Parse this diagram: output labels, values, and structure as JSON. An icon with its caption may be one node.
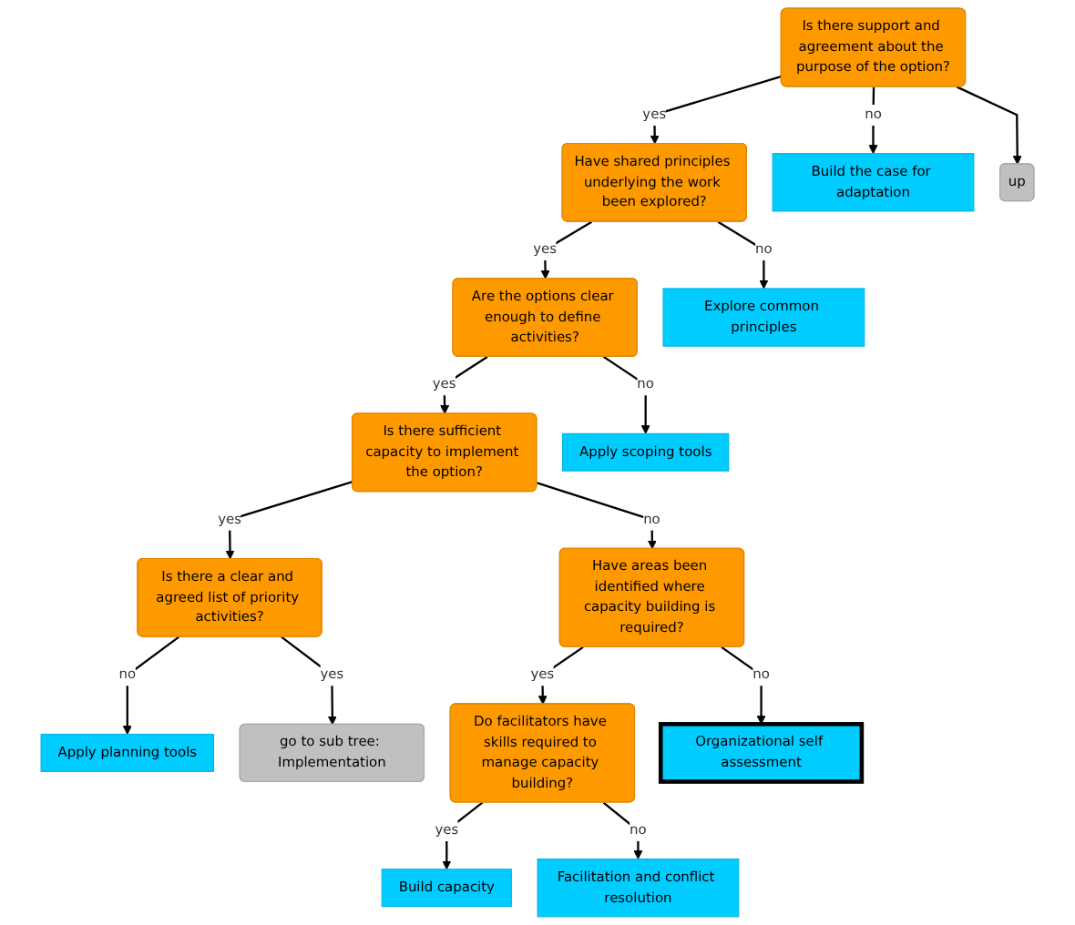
{
  "diagram": {
    "nodes": [
      {
        "text": [
          "up"
        ]
      },
      {
        "text": [
          "Is there support and agreement about the purpose of the option?"
        ]
      },
      {
        "text": [
          "Build the case for adaptation"
        ]
      },
      {
        "text": [
          "Have shared principles underlying the work been explored?"
        ]
      },
      {
        "text": [
          "Explore common principles"
        ]
      },
      {
        "text": [
          "Are the options clear enough to define activities?"
        ]
      },
      {
        "text": [
          "Apply scoping tools"
        ]
      },
      {
        "text": [
          "Is there sufficient capacity to implement the option?"
        ]
      },
      {
        "text": [
          "Have areas been identified where capacity building is required?"
        ]
      },
      {
        "text": [
          "Organizational self assessment"
        ]
      },
      {
        "text": [
          "Is there a clear and agreed list of priority activities?"
        ]
      },
      {
        "text": [
          "Do facilitators have skills required to manage capacity building?"
        ]
      },
      {
        "text": [
          "Apply planning tools"
        ]
      },
      {
        "text": [
          "go to sub tree: Implementation"
        ]
      },
      {
        "text": [
          "Build capacity"
        ]
      },
      {
        "text": [
          "Facilitation and conflict resolution"
        ]
      }
    ],
    "edges": [
      {
        "from": 1,
        "to": 0,
        "arrow": "to"
      },
      {
        "from": 1,
        "to": 3,
        "arrow": "to",
        "label": "yes"
      },
      {
        "from": 1,
        "to": 2,
        "arrow": "to",
        "label": "no"
      },
      {
        "from": 3,
        "to": 5,
        "arrow": "to",
        "label": "yes"
      },
      {
        "from": 3,
        "to": 4,
        "arrow": "to",
        "label": "no"
      },
      {
        "from": 5,
        "to": 7,
        "arrow": "to",
        "label": "yes"
      },
      {
        "from": 5,
        "to": 6,
        "arrow": "to",
        "label": "no"
      },
      {
        "from": 7,
        "to": 10,
        "arrow": "to",
        "label": "yes"
      },
      {
        "from": 7,
        "to": 8,
        "arrow": "to",
        "label": "no"
      },
      {
        "from": 8,
        "to": 11,
        "arrow": "to",
        "label": "yes"
      },
      {
        "from": 8,
        "to": 9,
        "arrow": "to",
        "label": "no"
      },
      {
        "from": 10,
        "to": 12,
        "arrow": "to",
        "label": "no"
      },
      {
        "from": 10,
        "to": 13,
        "arrow": "to",
        "label": "yes"
      },
      {
        "from": 11,
        "to": 14,
        "arrow": "to",
        "label": "yes"
      },
      {
        "from": 11,
        "to": 15,
        "arrow": "to",
        "label": "no"
      }
    ]
  }
}
